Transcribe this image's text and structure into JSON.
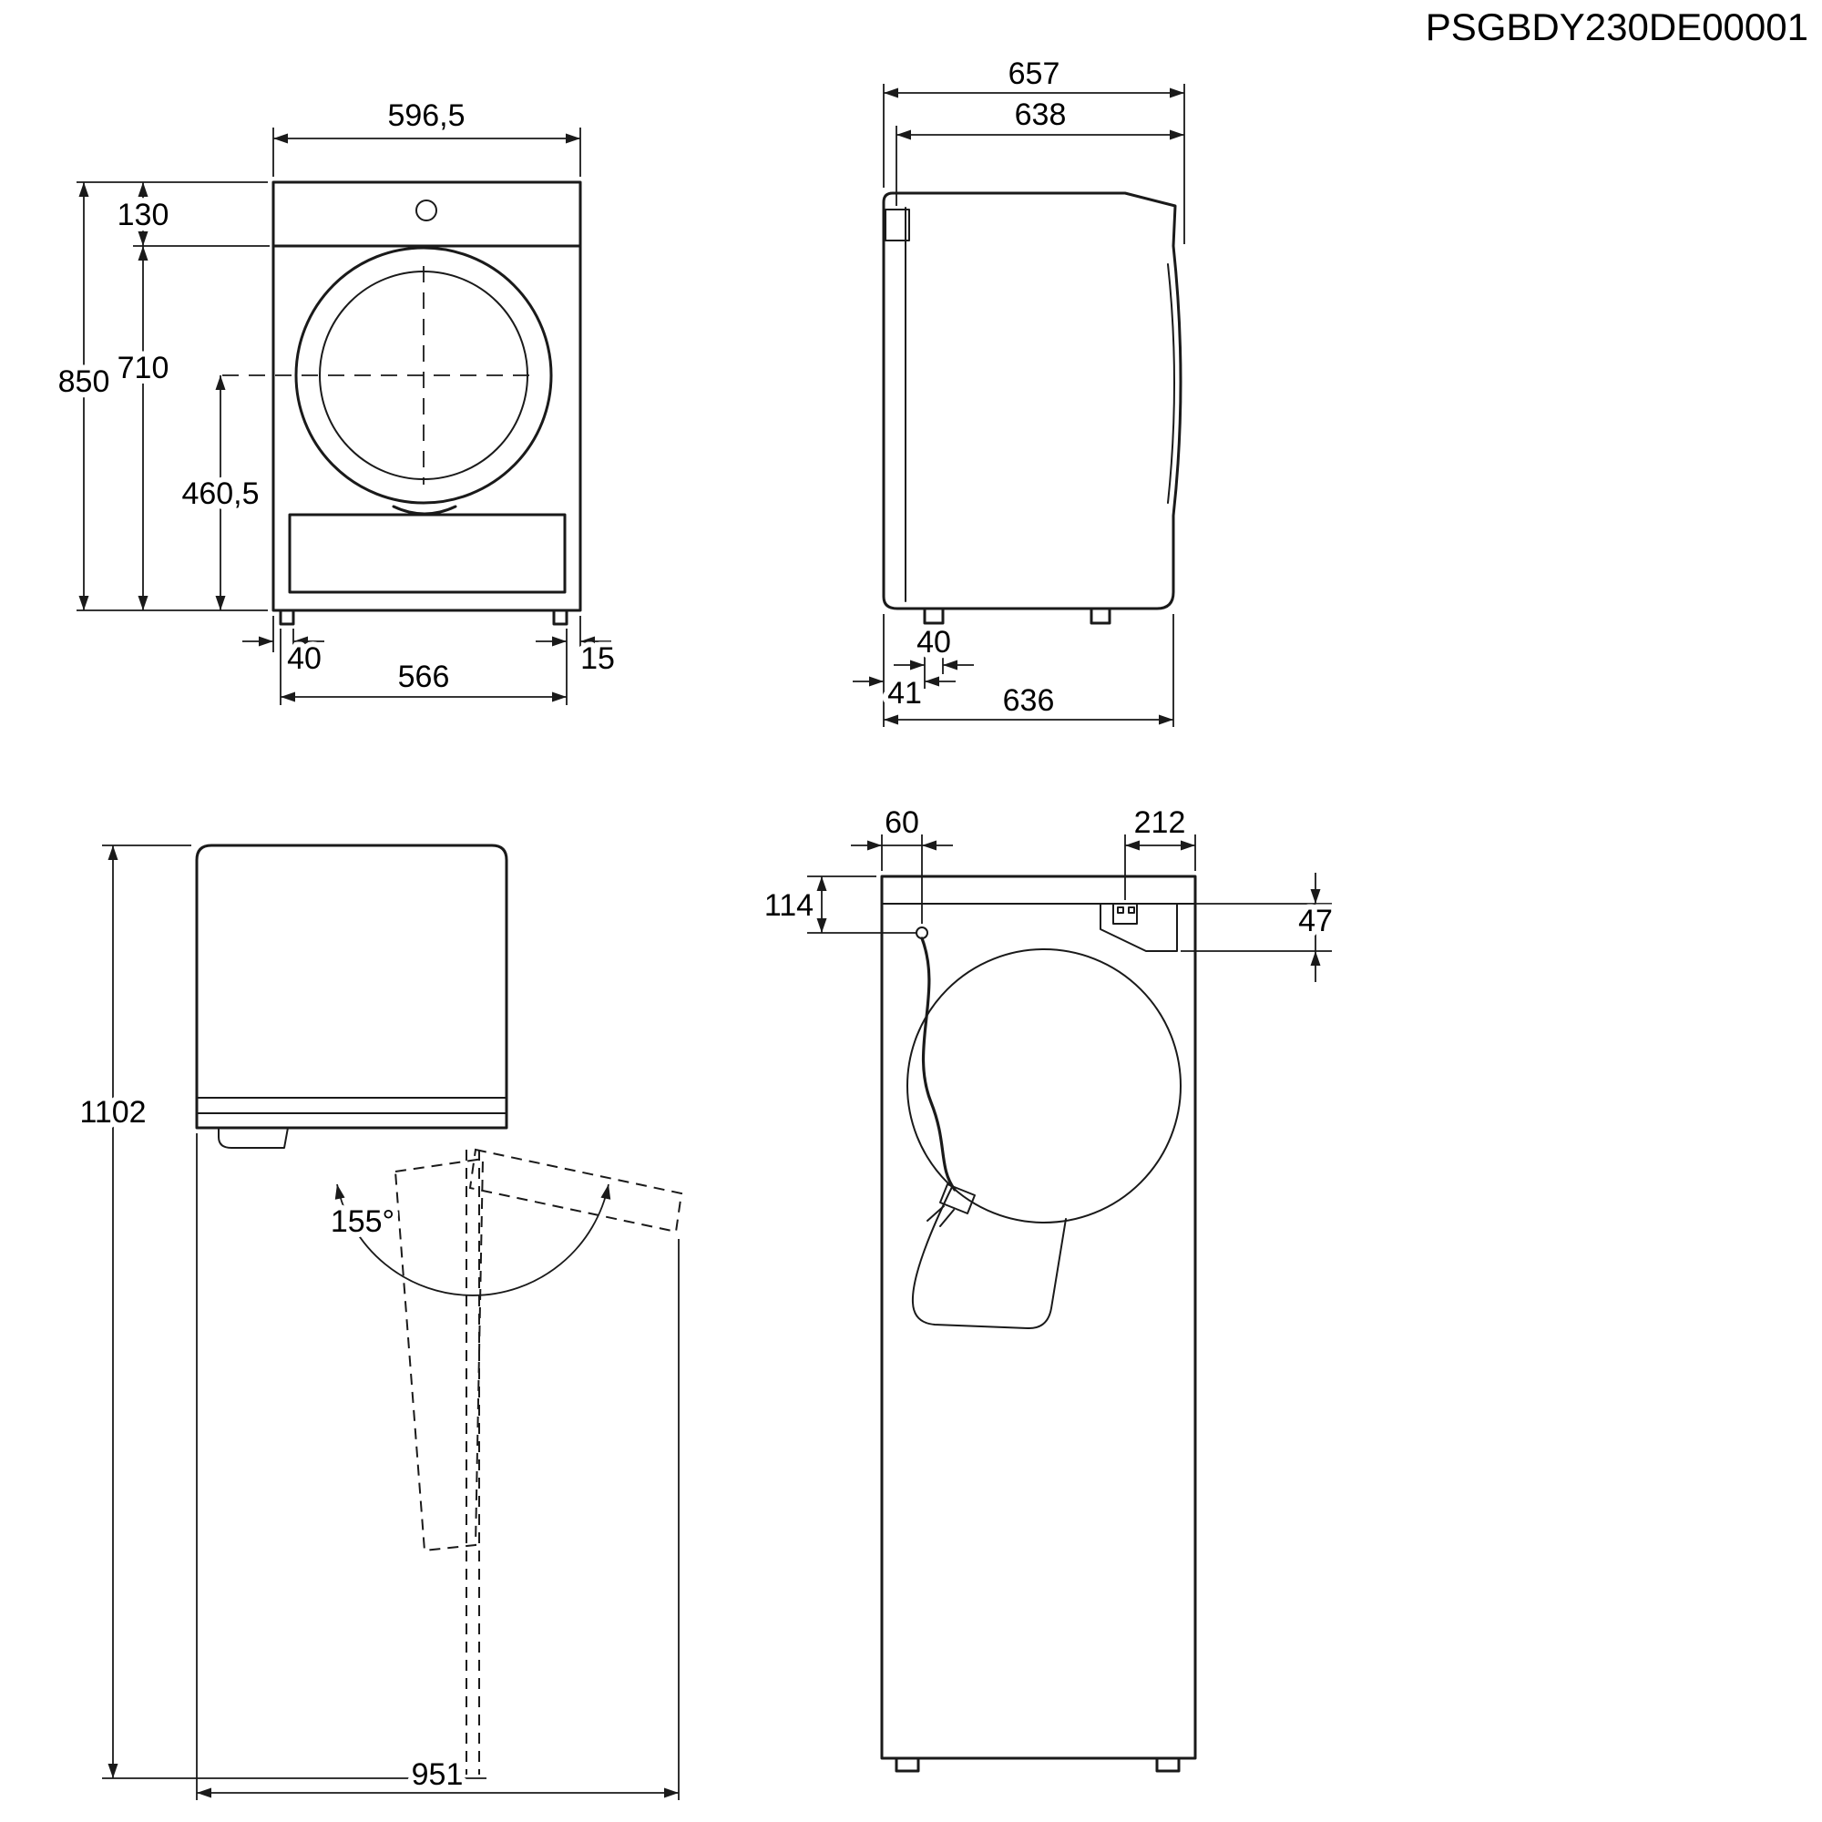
{
  "title": "PSGBDY230DE00001",
  "views": {
    "front": {
      "dims": {
        "overall_width": "596,5",
        "panel_height": "130",
        "body_height": "850",
        "door_zone_height": "710",
        "door_center_height": "460,5",
        "foot_offset": "40",
        "edge_offset": "15",
        "foot_spacing": "566"
      }
    },
    "side": {
      "dims": {
        "total_depth": "657",
        "body_depth": "638",
        "foot_width": "40",
        "rear_gap": "41",
        "base_depth": "636"
      }
    },
    "door_open": {
      "dims": {
        "open_height": "1102",
        "door_angle": "155°",
        "open_depth": "951"
      }
    },
    "back": {
      "dims": {
        "cord_offset_x": "60",
        "inlet_offset": "212",
        "cord_offset_y": "114",
        "inlet_height": "47"
      }
    }
  }
}
